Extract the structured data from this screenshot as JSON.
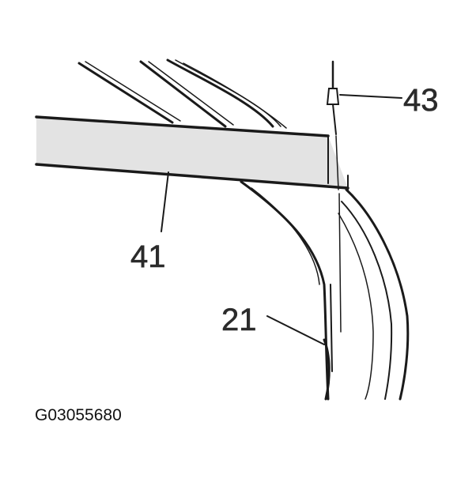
{
  "callouts": {
    "label_43": "43",
    "label_41": "41",
    "label_21": "21"
  },
  "figure_id": "G03055680",
  "colors": {
    "ink": "#1a1a1a",
    "beam_fill": "#e3e3e3",
    "background": "#ffffff"
  }
}
